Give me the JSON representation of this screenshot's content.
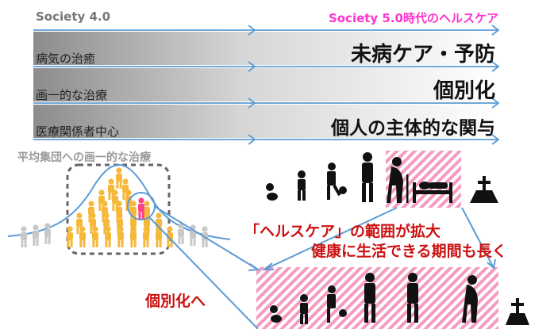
{
  "header": {
    "left": "Society 4.0",
    "right": "Society 5.0時代のヘルスケア"
  },
  "rows": [
    {
      "left": "病気の治癒",
      "right": "未病ケア・予防"
    },
    {
      "left": "画一的な治療",
      "right": "個別化"
    },
    {
      "left": "医療関係者中心",
      "right": "個人の主体的な関与"
    }
  ],
  "population_caption": "平均集団への画一的な治療",
  "range_caption_line1": "「ヘルスケア」の範囲が拡大",
  "range_caption_line2": "健康に生活できる期間も長く",
  "personalization_label": "個別化へ",
  "colors": {
    "header_left": "#777777",
    "header_right": "#ff33cc",
    "arrow": "#5b9bd5",
    "caption_red": "#cc1111",
    "pink_hatch": "#f59bbf",
    "crowd": "#f6b83a",
    "highlight_person": "#ff3f8a",
    "dashed_box": "#666666"
  },
  "icons": [
    "baby-icon",
    "child-icon",
    "kid-with-ball-icon",
    "walking-adult-icon",
    "elderly-with-cane-icon",
    "hospital-bed-icon",
    "gravestone-icon"
  ]
}
